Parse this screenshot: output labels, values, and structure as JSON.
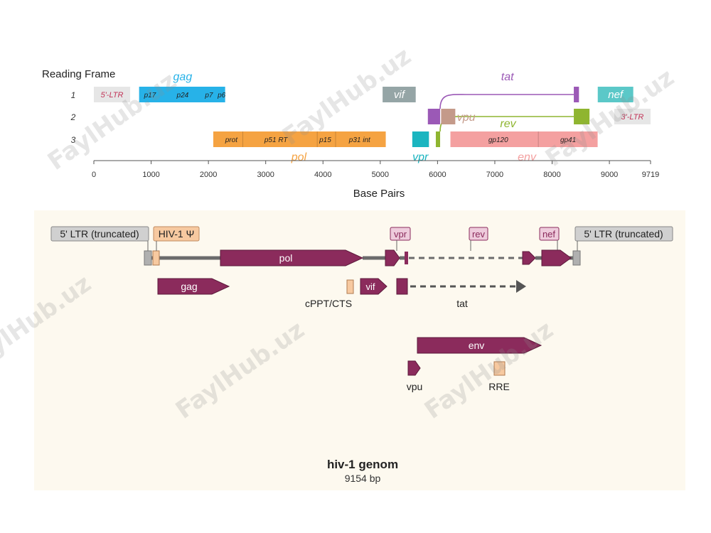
{
  "reading_frame_chart": {
    "title": "Reading Frame",
    "xlabel": "Base Pairs",
    "xlim": [
      0,
      9719
    ],
    "ticks": [
      "0",
      "1000",
      "2000",
      "3000",
      "4000",
      "5000",
      "6000",
      "7000",
      "8000",
      "9000",
      "9719"
    ],
    "frames": [
      "1",
      "2",
      "3"
    ],
    "segments": [
      {
        "id": "ltr5",
        "frame": 1,
        "start": 0,
        "end": 634,
        "color": "#e6e6e6",
        "label": "5'-LTR",
        "label_color": "#c2375a"
      },
      {
        "id": "gag",
        "frame": 1,
        "start": 790,
        "end": 2292,
        "color": "#27b2e8",
        "label": ""
      },
      {
        "id": "vif",
        "frame": 1,
        "start": 5041,
        "end": 5619,
        "color": "#95a5a6",
        "label": "vif",
        "label_color": "#ffffff"
      },
      {
        "id": "tatex2",
        "frame": 1,
        "start": 8379,
        "end": 8469,
        "color": "#9b59b6",
        "label": ""
      },
      {
        "id": "nef",
        "frame": 1,
        "start": 8797,
        "end": 9417,
        "color": "#5bc8c8",
        "label": "nef",
        "label_color": "#ffffff"
      },
      {
        "id": "tatex1",
        "frame": 2,
        "start": 5831,
        "end": 6045,
        "color": "#9b59b6",
        "label": ""
      },
      {
        "id": "vpu",
        "frame": 2,
        "start": 6062,
        "end": 6310,
        "color": "#c49a8a",
        "label": ""
      },
      {
        "id": "revex2",
        "frame": 2,
        "start": 8379,
        "end": 8653,
        "color": "#8fb530",
        "label": ""
      },
      {
        "id": "ltr3",
        "frame": 2,
        "start": 9085,
        "end": 9719,
        "color": "#e6e6e6",
        "label": "3'-LTR",
        "label_color": "#c2375a"
      },
      {
        "id": "pol",
        "frame": 3,
        "start": 2085,
        "end": 5096,
        "color": "#f5a342",
        "label": ""
      },
      {
        "id": "vpr",
        "frame": 3,
        "start": 5559,
        "end": 5850,
        "color": "#1bb5c0",
        "label": ""
      },
      {
        "id": "revex1",
        "frame": 3,
        "start": 5970,
        "end": 6045,
        "color": "#8fb530",
        "label": ""
      },
      {
        "id": "env",
        "frame": 3,
        "start": 6225,
        "end": 8795,
        "color": "#f4a0a0",
        "label": ""
      }
    ],
    "subunits": [
      {
        "text": "p17",
        "x": 980,
        "frame": 1
      },
      {
        "text": "p24",
        "x": 1550,
        "frame": 1
      },
      {
        "text": "p7",
        "x": 2010,
        "frame": 1
      },
      {
        "text": "p6",
        "x": 2230,
        "frame": 1
      },
      {
        "text": "prot",
        "x": 2400,
        "frame": 3
      },
      {
        "text": "p51 RT",
        "x": 3180,
        "frame": 3
      },
      {
        "text": "p15",
        "x": 4040,
        "frame": 3
      },
      {
        "text": "p31 int",
        "x": 4640,
        "frame": 3
      },
      {
        "text": "gp120",
        "x": 7060,
        "frame": 3
      },
      {
        "text": "gp41",
        "x": 8280,
        "frame": 3
      }
    ],
    "dividers": [
      {
        "x": 2600,
        "frame": 3
      },
      {
        "x": 3900,
        "frame": 3
      },
      {
        "x": 4220,
        "frame": 3
      },
      {
        "x": 7760,
        "frame": 3
      }
    ],
    "gene_labels": [
      {
        "text": "gag",
        "x": 1550,
        "pos": "above1",
        "color": "#27b2e8"
      },
      {
        "text": "tat",
        "x": 7220,
        "pos": "above1",
        "color": "#9b59b6"
      },
      {
        "text": "vpu",
        "x": 6500,
        "pos": "mid2",
        "color": "#c49a8a"
      },
      {
        "text": "rev",
        "x": 7230,
        "pos": "gap23",
        "color": "#8fb530"
      },
      {
        "text": "pol",
        "x": 3580,
        "pos": "below3",
        "color": "#f5a342"
      },
      {
        "text": "vpr",
        "x": 5700,
        "pos": "below3",
        "color": "#1bb5c0"
      },
      {
        "text": "env",
        "x": 7560,
        "pos": "below3",
        "color": "#f4a0a0"
      }
    ],
    "splices": [
      {
        "from": 6045,
        "from_frame": 2,
        "to": 8379,
        "to_frame": 1,
        "color": "#9b59b6"
      },
      {
        "from": 6045,
        "from_frame": 3,
        "to": 8379,
        "to_frame": 2,
        "color": "#8fb530"
      }
    ]
  },
  "genome_map": {
    "title": "hiv-1 genom",
    "subtitle": "9154 bp",
    "colors": {
      "feature": "#8b2b5c",
      "backbone": "#6b6b6b",
      "ltr": "#b0b0b0",
      "signal": "#f7c9a0"
    },
    "labels": {
      "ltr_left": "5' LTR (truncated)",
      "psi": "HIV-1 Ψ",
      "vpr": "vpr",
      "rev": "rev",
      "nef": "nef",
      "ltr_right": "5' LTR (truncated)",
      "pol": "pol",
      "gag": "gag",
      "cppt": "cPPT/CTS",
      "vif": "vif",
      "tat": "tat",
      "env": "env",
      "vpu": "vpu",
      "rre": "RRE"
    }
  },
  "watermark": "FaylHub.uz"
}
